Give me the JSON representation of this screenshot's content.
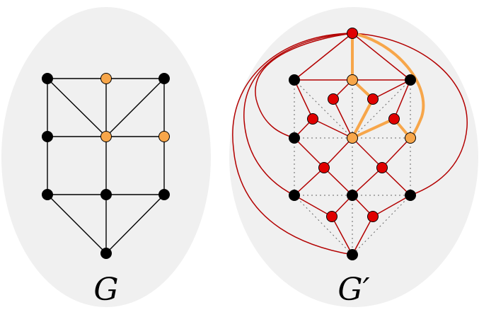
{
  "labels": {
    "left": "G",
    "right": "G′"
  },
  "colors": {
    "background": "#f0f0f0",
    "edge_black": "#000000",
    "edge_red": "#b30000",
    "highlight": "#f7a64a",
    "node_black": "#000000",
    "node_orange": "#f7a64a",
    "node_red": "#e00000",
    "dotted": "#666666"
  },
  "graph_G": {
    "nodes": [
      {
        "id": "a",
        "color": "black"
      },
      {
        "id": "b",
        "color": "orange"
      },
      {
        "id": "c",
        "color": "black"
      },
      {
        "id": "d",
        "color": "black"
      },
      {
        "id": "e",
        "color": "orange"
      },
      {
        "id": "f",
        "color": "orange"
      },
      {
        "id": "g",
        "color": "black"
      },
      {
        "id": "h",
        "color": "black"
      },
      {
        "id": "i",
        "color": "black"
      },
      {
        "id": "j",
        "color": "black"
      }
    ],
    "edges": [
      [
        "a",
        "b"
      ],
      [
        "b",
        "c"
      ],
      [
        "a",
        "d"
      ],
      [
        "b",
        "e"
      ],
      [
        "c",
        "f"
      ],
      [
        "d",
        "e"
      ],
      [
        "e",
        "f"
      ],
      [
        "a",
        "e"
      ],
      [
        "c",
        "e"
      ],
      [
        "d",
        "g"
      ],
      [
        "e",
        "h"
      ],
      [
        "f",
        "i"
      ],
      [
        "g",
        "h"
      ],
      [
        "h",
        "i"
      ],
      [
        "g",
        "j"
      ],
      [
        "h",
        "j"
      ],
      [
        "i",
        "j"
      ]
    ]
  },
  "graph_Gprime": {
    "nodes": [
      {
        "id": "t",
        "color": "red"
      },
      {
        "id": "a",
        "color": "black"
      },
      {
        "id": "b",
        "color": "orange"
      },
      {
        "id": "c",
        "color": "black"
      },
      {
        "id": "d",
        "color": "black"
      },
      {
        "id": "e",
        "color": "orange"
      },
      {
        "id": "f",
        "color": "orange"
      },
      {
        "id": "g",
        "color": "black"
      },
      {
        "id": "h",
        "color": "black"
      },
      {
        "id": "i",
        "color": "black"
      },
      {
        "id": "j",
        "color": "black"
      },
      {
        "id": "r1",
        "color": "red"
      },
      {
        "id": "r2",
        "color": "red"
      },
      {
        "id": "r3",
        "color": "red"
      },
      {
        "id": "r4",
        "color": "red"
      },
      {
        "id": "r5",
        "color": "red"
      },
      {
        "id": "r6",
        "color": "red"
      },
      {
        "id": "r7",
        "color": "red"
      },
      {
        "id": "r8",
        "color": "red"
      }
    ],
    "red_edges": [
      [
        "t",
        "a"
      ],
      [
        "t",
        "c"
      ],
      [
        "t",
        "b"
      ],
      [
        "a",
        "b"
      ],
      [
        "b",
        "c"
      ],
      [
        "a",
        "r1"
      ],
      [
        "r1",
        "d"
      ],
      [
        "r1",
        "e"
      ],
      [
        "b",
        "r2"
      ],
      [
        "r2",
        "e"
      ],
      [
        "c",
        "r3"
      ],
      [
        "r3",
        "f"
      ],
      [
        "r3",
        "e"
      ],
      [
        "d",
        "r4"
      ],
      [
        "r4",
        "e"
      ],
      [
        "r4",
        "g"
      ],
      [
        "r4",
        "h"
      ],
      [
        "e",
        "r5"
      ],
      [
        "r5",
        "f"
      ],
      [
        "r5",
        "h"
      ],
      [
        "r5",
        "i"
      ],
      [
        "g",
        "r6"
      ],
      [
        "r6",
        "h"
      ],
      [
        "r6",
        "j"
      ],
      [
        "h",
        "r7"
      ],
      [
        "r7",
        "i"
      ],
      [
        "r7",
        "j"
      ]
    ],
    "curved_edges": [
      [
        "t",
        "d"
      ],
      [
        "t",
        "g"
      ],
      [
        "t",
        "j"
      ],
      [
        "t",
        "i"
      ]
    ],
    "highlight_edges": [
      [
        "t",
        "b"
      ],
      [
        "b",
        "r2"
      ],
      [
        "r2",
        "e"
      ],
      [
        "e",
        "r3"
      ],
      [
        "r3",
        "f"
      ],
      [
        "t",
        "f"
      ]
    ],
    "dotted_edges": [
      [
        "a",
        "b"
      ],
      [
        "b",
        "c"
      ],
      [
        "a",
        "d"
      ],
      [
        "b",
        "e"
      ],
      [
        "c",
        "f"
      ],
      [
        "d",
        "e"
      ],
      [
        "e",
        "f"
      ],
      [
        "a",
        "e"
      ],
      [
        "c",
        "e"
      ],
      [
        "d",
        "g"
      ],
      [
        "e",
        "h"
      ],
      [
        "f",
        "i"
      ],
      [
        "g",
        "h"
      ],
      [
        "h",
        "i"
      ],
      [
        "g",
        "j"
      ],
      [
        "h",
        "j"
      ],
      [
        "i",
        "j"
      ]
    ]
  }
}
